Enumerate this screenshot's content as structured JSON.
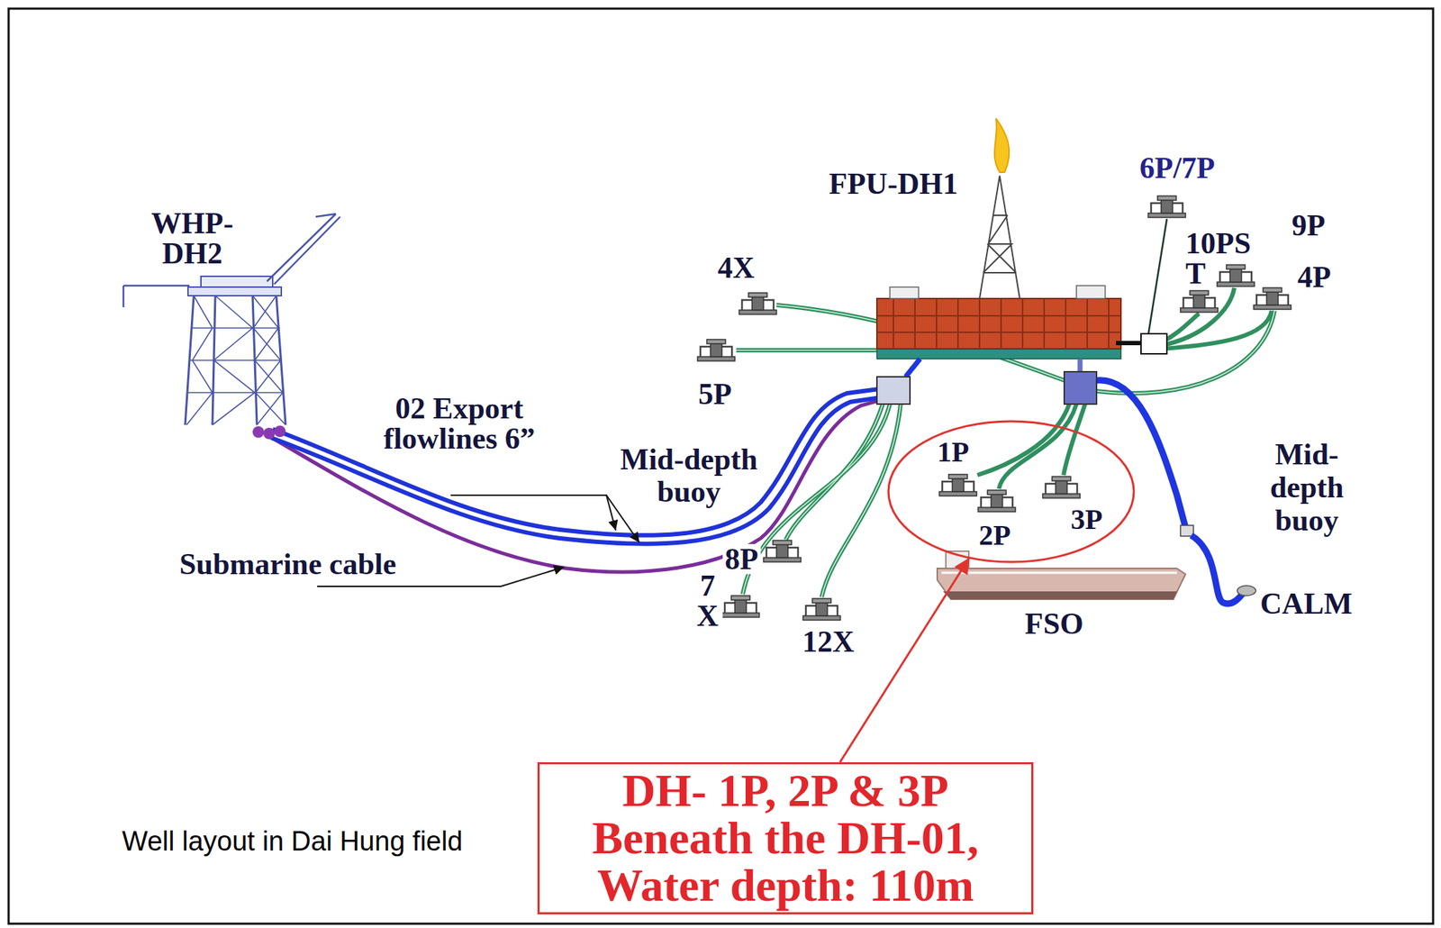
{
  "diagram": {
    "caption": "Well layout in Dai Hung field",
    "nodes": [
      {
        "text": [
          "1P",
          "2P",
          "3P"
        ]
      },
      {
        "text": [
          "DH- 1P, 2P & 3P",
          "Beneath the DH-01, Water depth: 110m"
        ]
      }
    ],
    "edges": [
      {
        "from": 1,
        "to": 0,
        "arrow": "to"
      }
    ],
    "labels": [
      "WHP- DH2",
      "FPU-DH1",
      "6P/7P",
      "4X",
      "10PS T",
      "9P",
      "4P",
      "5P",
      "02 Export flowlines 6”",
      "Mid-depth buoy",
      "Mid- depth buoy",
      "Submarine cable",
      "8P",
      "7 X",
      "12X",
      "FSO",
      "CALM"
    ]
  }
}
